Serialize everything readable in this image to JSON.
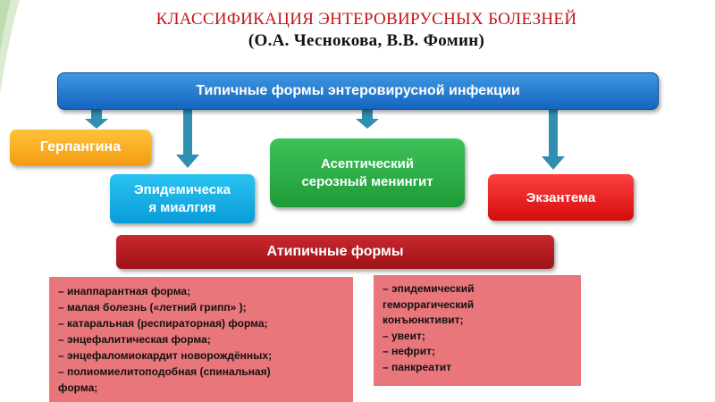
{
  "title": {
    "line1": "КЛАССИФИКАЦИЯ ЭНТЕРОВИРУСНЫХ БОЛЕЗНЕЙ",
    "line2": "(О.А. Чеснокова, В.В. Фомин)"
  },
  "typical_forms": {
    "label": "Типичные формы энтеровирусной инфекции",
    "items": [
      {
        "label": "Герпангина"
      },
      {
        "line1": "Эпидемическа",
        "line2": "я миалгия"
      },
      {
        "line1": "Асептический",
        "line2": "серозный менингит"
      },
      {
        "label": "Экзантема"
      }
    ]
  },
  "atypical_forms": {
    "label": "Атипичные формы",
    "list_left": [
      "– инаппарантная форма;",
      "– малая болезнь («летний грипп» );",
      "– катаральная (респираторная) форма;",
      "– энцефалитическая форма;",
      "– энцефаломиокардит новорождённых;",
      "– полиомиелитоподобная (спинальная)",
      "форма;"
    ],
    "list_right": [
      "– эпидемический",
      "геморрагический",
      "конъюнктивит;",
      "– увеит;",
      "– нефрит;",
      "– панкреатит"
    ]
  },
  "colors": {
    "title": "#c0161b",
    "typical_box": "#1f6fc8",
    "herpangina": "#f5a623",
    "myalgia": "#16a8e3",
    "meningitis": "#2aaa44",
    "exanthema": "#e51b1b",
    "atypical_box": "#b01c22",
    "list_fill": "#e9767b",
    "arrow": "#2f8fb0"
  }
}
